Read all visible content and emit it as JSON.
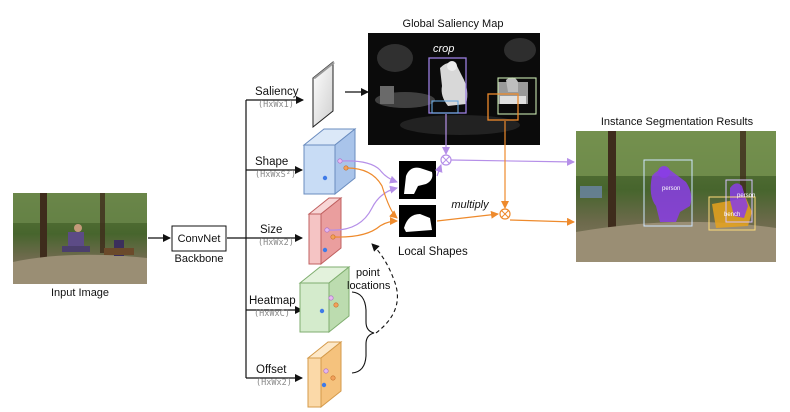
{
  "labels": {
    "input_image": "Input Image",
    "convnet": "ConvNet",
    "backbone": "Backbone",
    "global_saliency_map": "Global Saliency Map",
    "crop": "crop",
    "instance_results": "Instance Segmentation Results",
    "local_shapes": "Local Shapes",
    "multiply": "multiply",
    "point_locations_1": "point",
    "point_locations_2": "locations"
  },
  "branches": [
    {
      "name": "Saliency",
      "dims": "(HxWx1)"
    },
    {
      "name": "Shape",
      "dims": "(HxWxS²)"
    },
    {
      "name": "Size",
      "dims": "(HxWx2)"
    },
    {
      "name": "Heatmap",
      "dims": "(HxWxC)"
    },
    {
      "name": "Offset",
      "dims": "(HxWx2)"
    }
  ],
  "result_tags": [
    "person",
    "bench",
    "person"
  ],
  "colors": {
    "arrow_purple": "#b58fe8",
    "arrow_orange": "#ee8a2c",
    "shape_fill": "#c8dcf5",
    "size_fill": "#f5c4c4",
    "heatmap_fill": "#d4ebcc",
    "offset_fill": "#fbd9a8",
    "mask_purple": "#8a3de6",
    "mask_orange": "#e6a21c"
  }
}
